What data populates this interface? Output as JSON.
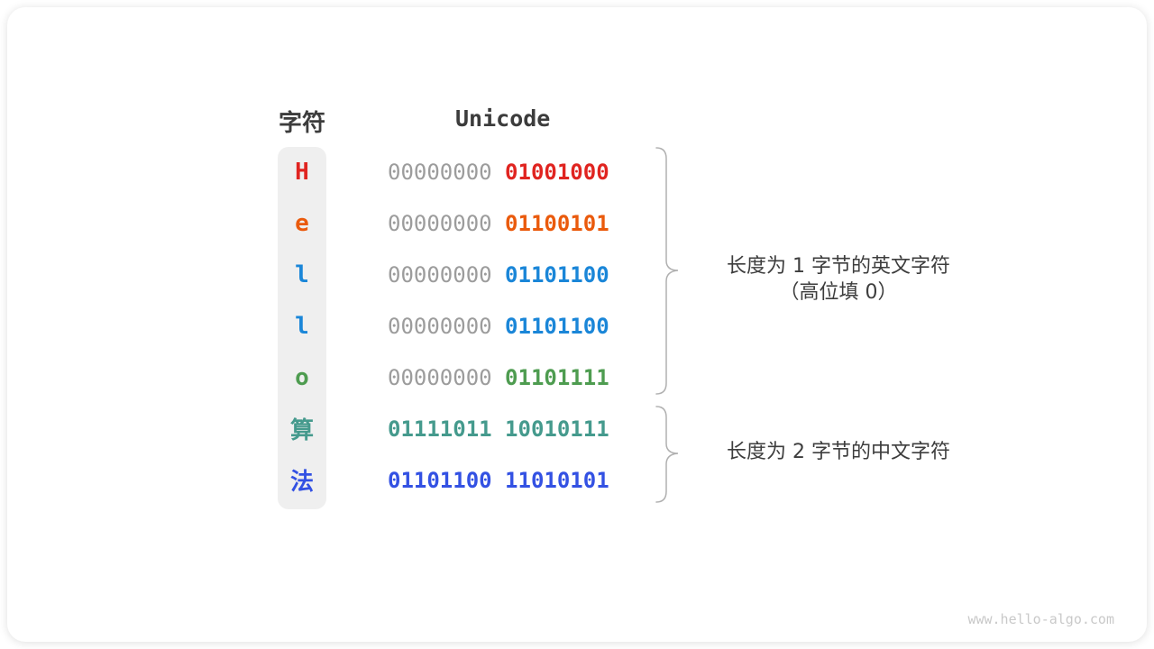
{
  "header": {
    "char_col": "字符",
    "unicode_col": "Unicode"
  },
  "rows": [
    {
      "char": "H",
      "color": "#e02420",
      "prefix": "00000000",
      "bytes": [
        "01001000"
      ]
    },
    {
      "char": "e",
      "color": "#ea5a0c",
      "prefix": "00000000",
      "bytes": [
        "01100101"
      ]
    },
    {
      "char": "l",
      "color": "#1a86d8",
      "prefix": "00000000",
      "bytes": [
        "01101100"
      ]
    },
    {
      "char": "l",
      "color": "#1a86d8",
      "prefix": "00000000",
      "bytes": [
        "01101100"
      ]
    },
    {
      "char": "o",
      "color": "#4e9c50",
      "prefix": "00000000",
      "bytes": [
        "01101111"
      ]
    },
    {
      "char": "算",
      "color": "#459a8d",
      "prefix": "",
      "bytes": [
        "01111011",
        "10010111"
      ]
    },
    {
      "char": "法",
      "color": "#3351e3",
      "prefix": "",
      "bytes": [
        "01101100",
        "11010101"
      ]
    }
  ],
  "annotations": {
    "english": {
      "line1": "长度为 1 字节的英文字符",
      "line2": "（高位填 0）"
    },
    "chinese": {
      "line1": "长度为 2 字节的中文字符"
    }
  },
  "watermark": "www.hello-algo.com",
  "colors": {
    "heading_text": "#3c3c3c",
    "annotation_text": "#3d3d3d",
    "muted_binary": "#9c9c9c",
    "char_column_bg": "#efefef",
    "brace_stroke": "#b0b0b0",
    "watermark_text": "#c9c9c9"
  }
}
